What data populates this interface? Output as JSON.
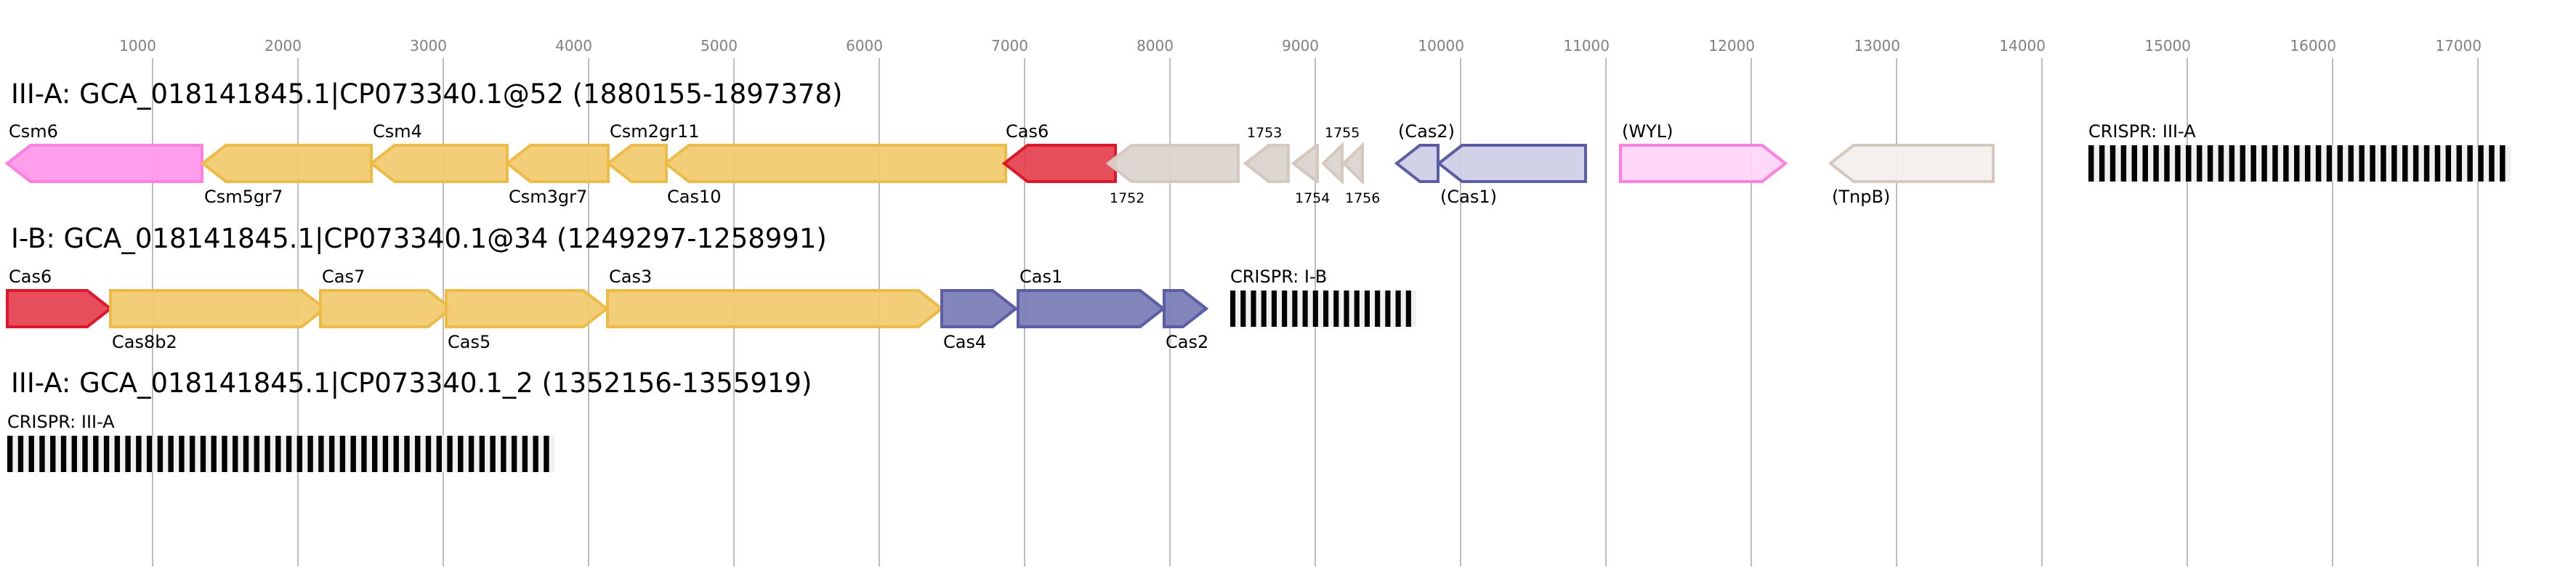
{
  "axis": {
    "unit": "bp",
    "range": [
      0,
      17400
    ],
    "ticks": [
      1000,
      2000,
      3000,
      4000,
      5000,
      6000,
      7000,
      8000,
      9000,
      10000,
      11000,
      12000,
      13000,
      14000,
      15000,
      16000,
      17000
    ],
    "tick_labels": [
      "1000",
      "2000",
      "3000",
      "4000",
      "5000",
      "6000",
      "7000",
      "8000",
      "9000",
      "10000",
      "11000",
      "12000",
      "13000",
      "14000",
      "15000",
      "16000",
      "17000"
    ],
    "gridlines": true
  },
  "colors": {
    "pink": {
      "fill": "#ff99e9",
      "stroke": "#ff80e0"
    },
    "yellow": {
      "fill": "#f1cb72",
      "stroke": "#efbb47"
    },
    "red": {
      "fill": "#e64452",
      "stroke": "#e0162b"
    },
    "beige": {
      "fill": "#dbd4cf",
      "stroke": "#d4c8bf"
    },
    "lightblue": {
      "fill": "#cfd0e6",
      "stroke": "#5b5ea6"
    },
    "blue": {
      "fill": "#7b7eb6",
      "stroke": "#5b5ea6"
    },
    "lightpink": {
      "fill": "#ffd6f7",
      "stroke": "#ff80e0"
    },
    "offwhite": {
      "fill": "#f2efec",
      "stroke": "#d4c8bf"
    },
    "crispr_repeat": "#000000",
    "crispr_spacer": "#f0f0f0"
  },
  "loci": [
    {
      "title": "III-A: GCA_018141845.1|CP073340.1@52 (1880155-1897378)",
      "genes": [
        {
          "name": "Csm6",
          "start": 0,
          "end": 1340,
          "strand": "-",
          "color": "pink",
          "label_pos": "above"
        },
        {
          "name": "Csm5gr7",
          "start": 1345,
          "end": 2505,
          "strand": "-",
          "color": "yellow",
          "label_pos": "below"
        },
        {
          "name": "Csm4",
          "start": 2505,
          "end": 3440,
          "strand": "-",
          "color": "yellow",
          "label_pos": "above"
        },
        {
          "name": "Csm3gr7",
          "start": 3440,
          "end": 4135,
          "strand": "-",
          "color": "yellow",
          "label_pos": "below"
        },
        {
          "name": "Csm2gr11",
          "start": 4135,
          "end": 4535,
          "strand": "-",
          "color": "yellow",
          "label_pos": "above"
        },
        {
          "name": "Cas10",
          "start": 4530,
          "end": 6870,
          "strand": "-",
          "color": "yellow",
          "label_pos": "below"
        },
        {
          "name": "Cas6",
          "start": 6860,
          "end": 7625,
          "strand": "-",
          "color": "red",
          "label_pos": "above"
        },
        {
          "name": "1752",
          "start": 7575,
          "end": 8470,
          "strand": "-",
          "color": "beige",
          "label_pos": "below",
          "small": true
        },
        {
          "name": "1753",
          "start": 8520,
          "end": 8815,
          "strand": "-",
          "color": "beige",
          "label_pos": "above",
          "small": true
        },
        {
          "name": "1754",
          "start": 8850,
          "end": 9015,
          "strand": "-",
          "color": "beige",
          "label_pos": "below",
          "small": true
        },
        {
          "name": "1755",
          "start": 9055,
          "end": 9185,
          "strand": "-",
          "color": "beige",
          "label_pos": "above",
          "small": true
        },
        {
          "name": "1756",
          "start": 9195,
          "end": 9325,
          "strand": "-",
          "color": "beige",
          "label_pos": "below",
          "small": true
        },
        {
          "name": "(Cas2)",
          "start": 9560,
          "end": 9845,
          "strand": "-",
          "color": "lightblue",
          "label_pos": "above"
        },
        {
          "name": "(Cas1)",
          "start": 9850,
          "end": 10860,
          "strand": "-",
          "color": "lightblue",
          "label_pos": "below"
        },
        {
          "name": "(WYL)",
          "start": 11100,
          "end": 12235,
          "strand": "+",
          "color": "lightpink",
          "label_pos": "above"
        },
        {
          "name": "(TnpB)",
          "start": 12545,
          "end": 13665,
          "strand": "-",
          "color": "offwhite",
          "label_pos": "below"
        }
      ],
      "crispr_arrays": [
        {
          "name": "CRISPR: III-A",
          "start": 14320,
          "end": 17225,
          "repeats": 39
        }
      ]
    },
    {
      "title": "I-B: GCA_018141845.1|CP073340.1@34 (1249297-1258991)",
      "genes": [
        {
          "name": "Cas6",
          "start": 0,
          "end": 710,
          "strand": "+",
          "color": "red",
          "label_pos": "above"
        },
        {
          "name": "Cas8b2",
          "start": 710,
          "end": 2185,
          "strand": "+",
          "color": "yellow",
          "label_pos": "below"
        },
        {
          "name": "Cas7",
          "start": 2155,
          "end": 3055,
          "strand": "+",
          "color": "yellow",
          "label_pos": "above"
        },
        {
          "name": "Cas5",
          "start": 3020,
          "end": 4125,
          "strand": "+",
          "color": "yellow",
          "label_pos": "below"
        },
        {
          "name": "Cas3",
          "start": 4130,
          "end": 6430,
          "strand": "+",
          "color": "yellow",
          "label_pos": "above"
        },
        {
          "name": "Cas4",
          "start": 6430,
          "end": 6940,
          "strand": "+",
          "color": "blue",
          "label_pos": "below"
        },
        {
          "name": "Cas1",
          "start": 6955,
          "end": 7955,
          "strand": "+",
          "color": "blue",
          "label_pos": "above"
        },
        {
          "name": "Cas2",
          "start": 7960,
          "end": 8250,
          "strand": "+",
          "color": "blue",
          "label_pos": "below"
        }
      ],
      "crispr_arrays": [
        {
          "name": "CRISPR: I-B",
          "start": 8415,
          "end": 9695,
          "repeats": 18
        }
      ]
    },
    {
      "title": "III-A: GCA_018141845.1|CP073340.1_2 (1352156-1355919)",
      "genes": [],
      "crispr_arrays": [
        {
          "name": "CRISPR: III-A",
          "start": 0,
          "end": 3765,
          "repeats": 51
        }
      ]
    }
  ]
}
